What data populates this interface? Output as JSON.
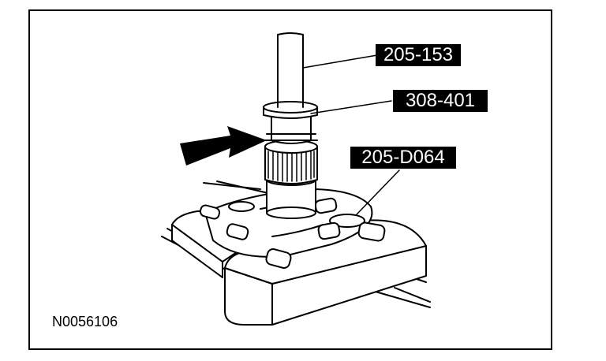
{
  "callouts": {
    "tool_top": "205-153",
    "tool_middle": "308-401",
    "tool_lower": "205-D064"
  },
  "figure_id": "N0056106",
  "colors": {
    "ink": "#000000",
    "paper": "#ffffff"
  }
}
